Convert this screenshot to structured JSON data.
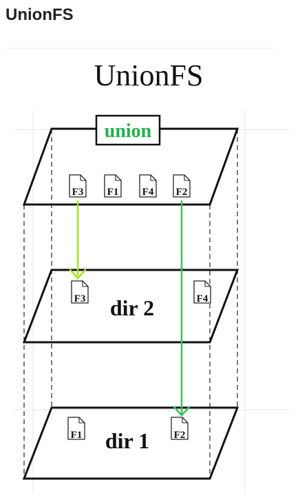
{
  "page": {
    "heading": "UnionFS"
  },
  "diagram": {
    "title": "UnionFS",
    "union_label": "union",
    "top_files": [
      "F3",
      "F1",
      "F4",
      "F2"
    ],
    "dir2": {
      "label": "dir 2",
      "files": [
        "F3",
        "F4"
      ]
    },
    "dir1": {
      "label": "dir 1",
      "files": [
        "F1",
        "F2"
      ]
    },
    "colors": {
      "union_text": "#22b14c",
      "arrow_f3": "#a8e61d",
      "arrow_f2": "#3fbf55",
      "lines": "#111111",
      "divider": "#eeeeee"
    }
  }
}
